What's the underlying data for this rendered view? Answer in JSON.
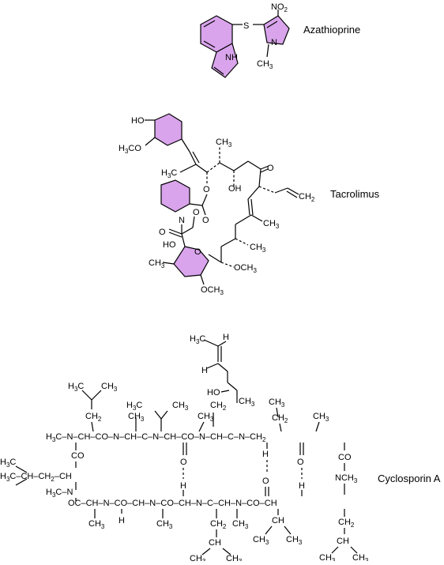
{
  "colors": {
    "highlight": "#d9a4ec",
    "line": "#000000",
    "background": "#ffffff"
  },
  "molecules": [
    {
      "name": "Azathioprine"
    },
    {
      "name": "Tacrolimus"
    },
    {
      "name": "Cyclosporin A"
    }
  ],
  "azathioprine": {
    "atoms": {
      "S": "S",
      "NO2": "NO",
      "NO2_sub": "2",
      "NH": "NH",
      "N": "N",
      "CH3": "CH",
      "CH3_sub": "3"
    }
  },
  "tacrolimus": {
    "atoms": {
      "HO": "HO",
      "H3CO": "H",
      "H3CO_sub": "3",
      "H3CO_tail": "CO",
      "H3C": "H",
      "H3C_sub": "3",
      "H3C_tail": "C",
      "O": "O",
      "OH": "OH",
      "N": "N",
      "CH3": "CH",
      "CH3_sub": "3",
      "CH2": "CH",
      "CH2_sub": "2",
      "OCH3": "OCH",
      "OCH3_sub": "3"
    }
  }
}
